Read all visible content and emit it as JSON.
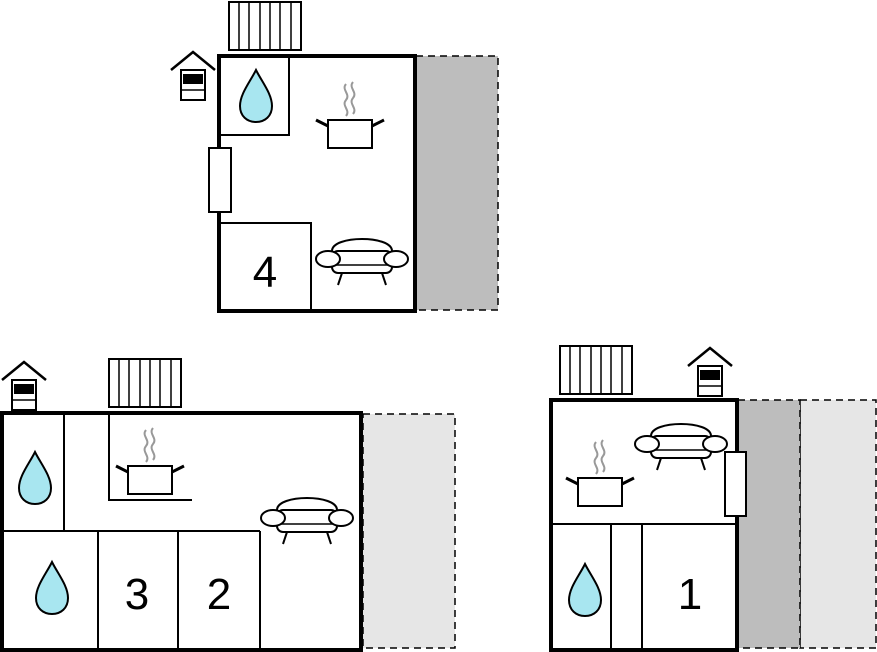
{
  "colors": {
    "wall": "#000000",
    "terrace": "#bdbdbd",
    "terrace_light": "#e6e6e6",
    "water": "#a8e6f0",
    "background": "#ffffff"
  },
  "icons": [
    "water-drop-icon",
    "cooking-pot-icon",
    "sofa-icon",
    "radiator-icon",
    "house-icon",
    "door-icon"
  ],
  "floors": [
    {
      "name": "upper-floor",
      "bedrooms": [
        {
          "label": "4"
        }
      ]
    },
    {
      "name": "ground-floor-left",
      "bedrooms": [
        {
          "label": "3"
        },
        {
          "label": "2"
        }
      ]
    },
    {
      "name": "ground-floor-right",
      "bedrooms": [
        {
          "label": "1"
        }
      ]
    }
  ]
}
